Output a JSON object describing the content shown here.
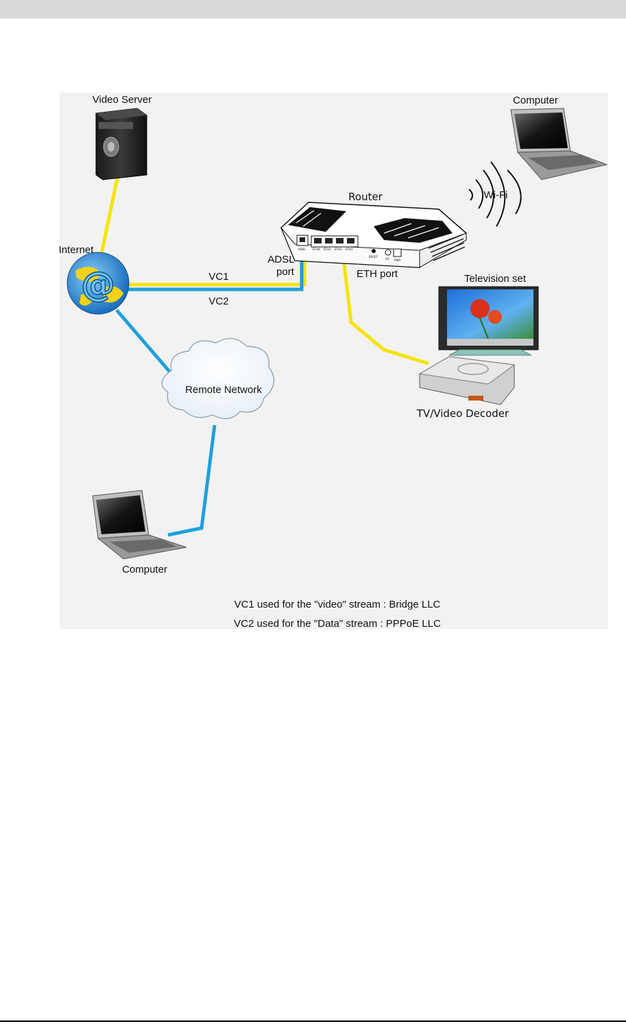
{
  "labels": {
    "video_server": "Video Server",
    "computer_top": "Computer",
    "router": "Router",
    "wifi": "Wi-Fi",
    "internet": "Internet",
    "adsl_port_line1": "ADSL",
    "adsl_port_line2": "port",
    "vc1": "VC1",
    "vc2": "VC2",
    "eth_port": "ETH port",
    "television_set": "Television set",
    "remote_network": "Remote Network",
    "tv_video_decoder": "TV/Video Decoder",
    "computer_bottom": "Computer",
    "internet_symbol": "@"
  },
  "router_ports": {
    "adsl": "ADSL",
    "eth4": "ETH4",
    "eth3": "ETH3",
    "eth2": "ETH2",
    "eth1": "ETH1",
    "reset": "RESET",
    "power_switch": "I/O",
    "power": "PWR"
  },
  "captions": {
    "vc1_usage": "VC1 used for the \"video\" stream : Bridge LLC",
    "vc2_usage": "VC2 used for the \"Data\" stream : PPPoE LLC"
  },
  "colors": {
    "video_link": "#f5e400",
    "data_link": "#1fa0dc"
  }
}
